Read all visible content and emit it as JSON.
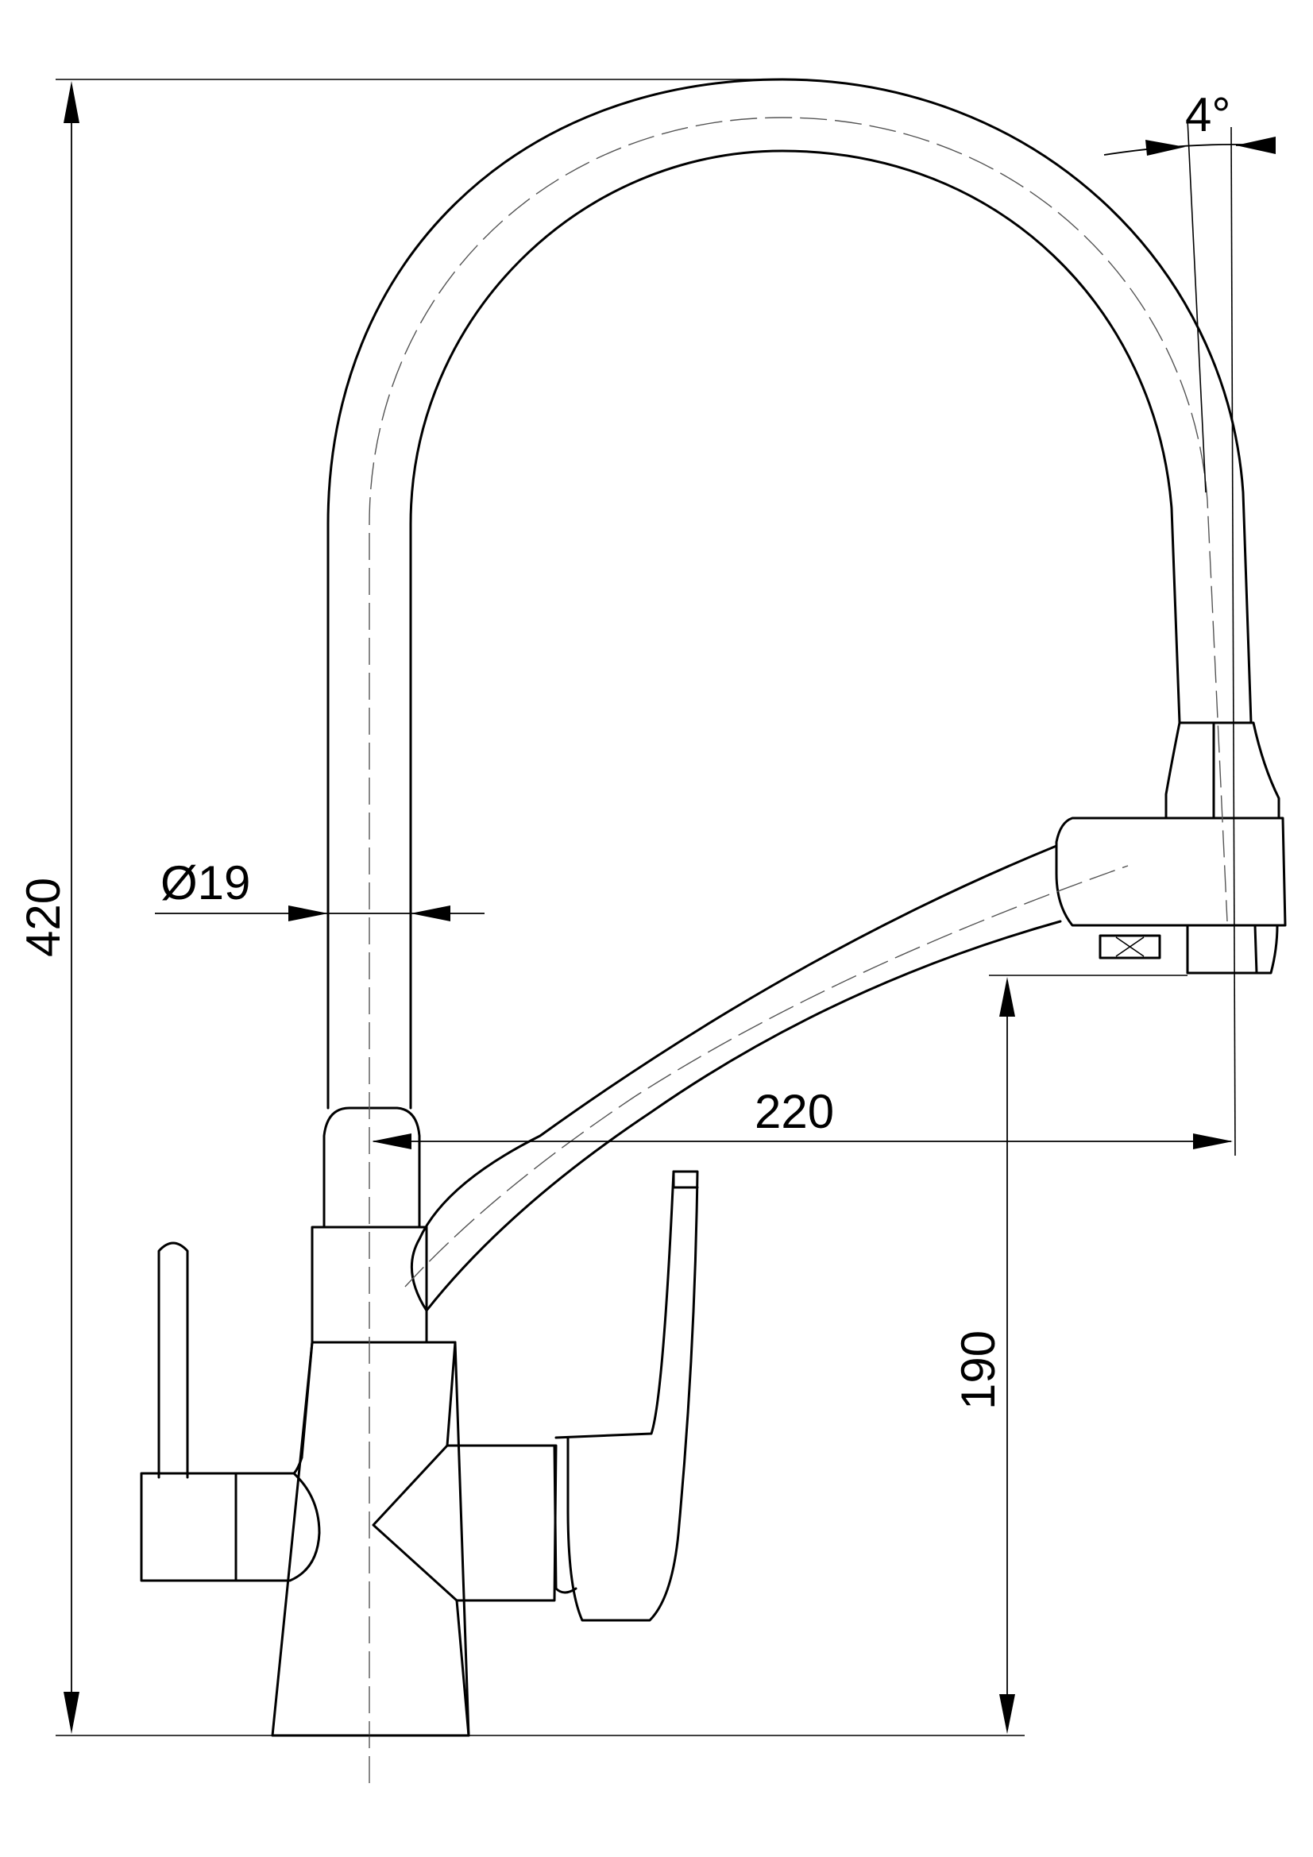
{
  "dimensions": {
    "height_total": "420",
    "diameter": "Ø19",
    "spout_reach": "220",
    "spout_height": "190",
    "angle": "4°"
  }
}
